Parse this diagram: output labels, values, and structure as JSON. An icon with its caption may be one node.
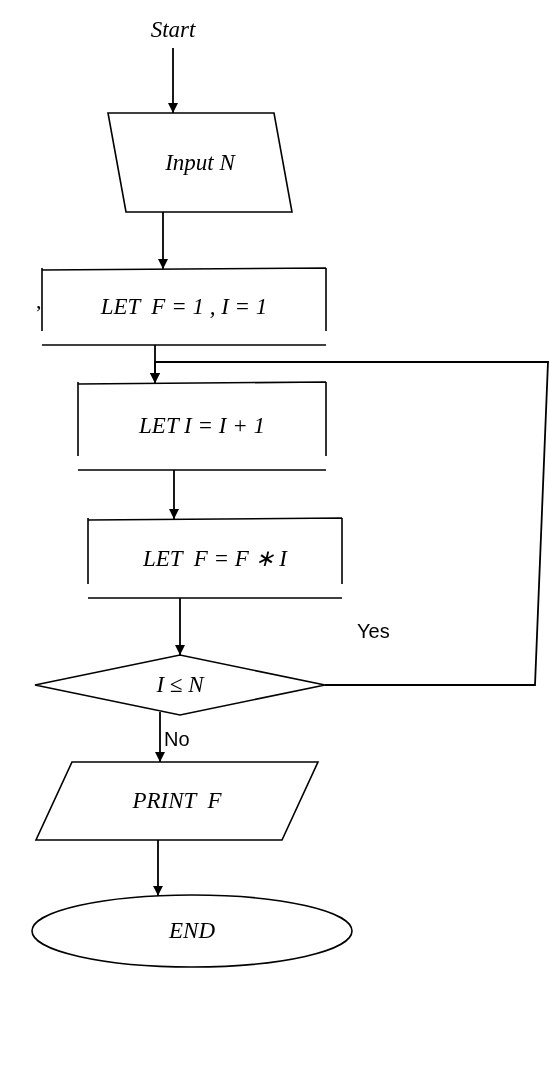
{
  "diagram": {
    "nodes": [
      {
        "text": [
          "Start"
        ]
      },
      {
        "text": [
          "Input N"
        ]
      },
      {
        "text": [
          "LET  F = 1 , I = 1"
        ]
      },
      {
        "text": [
          "LET I = I + 1"
        ]
      },
      {
        "text": [
          "LET  F = F ∗ I"
        ]
      },
      {
        "text": [
          "I ≤ N"
        ]
      },
      {
        "text": [
          "PRINT  F"
        ]
      },
      {
        "text": [
          "END"
        ]
      }
    ],
    "edges": [
      {
        "from": 0,
        "to": 1,
        "arrow": "to"
      },
      {
        "from": 1,
        "to": 2,
        "arrow": "to"
      },
      {
        "from": 2,
        "to": 3,
        "arrow": "to"
      },
      {
        "from": 3,
        "to": 4,
        "arrow": "to"
      },
      {
        "from": 4,
        "to": 5,
        "arrow": "to"
      },
      {
        "from": 5,
        "to": 3,
        "arrow": "to",
        "label": "Yes"
      },
      {
        "from": 5,
        "to": 6,
        "arrow": "to",
        "label": "No"
      },
      {
        "from": 6,
        "to": 7,
        "arrow": "to"
      }
    ],
    "labels": [
      ","
    ]
  }
}
